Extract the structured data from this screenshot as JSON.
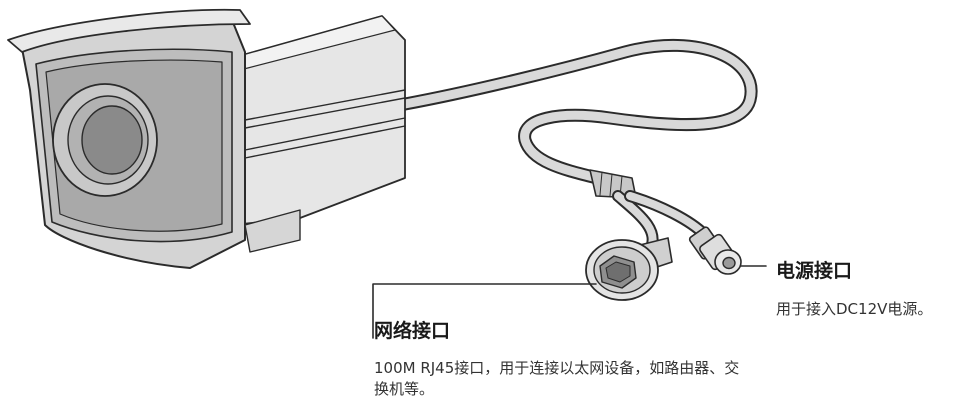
{
  "callouts": {
    "power": {
      "title": "电源接口",
      "description": "用于接入DC12V电源。"
    },
    "network": {
      "title": "网络接口",
      "description": "100M RJ45接口，用于连接以太网设备，如路由器、交换机等。"
    }
  },
  "icons": [
    "bullet-camera-icon",
    "rj45-port-icon",
    "dc-power-jack-icon",
    "cable-icon"
  ],
  "colors": {
    "line": "#2b2b2b",
    "body_light": "#e6e6e6",
    "body_mid": "#cfcfcf",
    "body_dark": "#a9a9a9",
    "lens": "#8a8a8a"
  }
}
